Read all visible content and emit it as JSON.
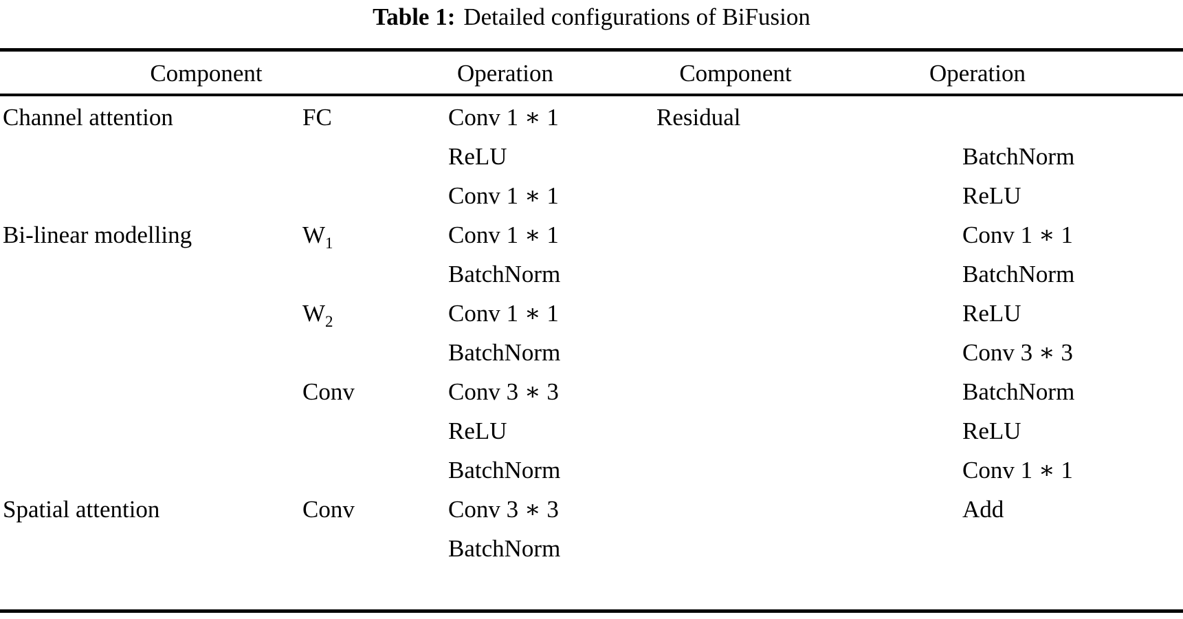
{
  "caption": {
    "label": "Table 1:",
    "text": "Detailed configurations of BiFusion"
  },
  "header": {
    "component_left": "Component",
    "operation_left": "Operation",
    "component_right": "Component",
    "operation_right": "Operation"
  },
  "rows": [
    {
      "component_left": "Channel attention",
      "operation_left_sub": "FC",
      "operation_left": "Conv 1 ∗ 1",
      "component_right": "Residual",
      "operation_right": ""
    },
    {
      "component_left": "",
      "operation_left_sub": "",
      "operation_left": "ReLU",
      "component_right": "",
      "operation_right": "BatchNorm"
    },
    {
      "component_left": "",
      "operation_left_sub": "",
      "operation_left": "Conv 1 ∗ 1",
      "component_right": "",
      "operation_right": "ReLU"
    },
    {
      "component_left": "Bi-linear modelling",
      "operation_left_sub": "W1",
      "operation_left": "Conv 1 ∗ 1",
      "component_right": "",
      "operation_right": "Conv 1 ∗ 1"
    },
    {
      "component_left": "",
      "operation_left_sub": "",
      "operation_left": "BatchNorm",
      "component_right": "",
      "operation_right": "BatchNorm"
    },
    {
      "component_left": "",
      "operation_left_sub": "W2",
      "operation_left": "Conv 1 ∗ 1",
      "component_right": "",
      "operation_right": "ReLU"
    },
    {
      "component_left": "",
      "operation_left_sub": "",
      "operation_left": "BatchNorm",
      "component_right": "",
      "operation_right": "Conv 3 ∗ 3"
    },
    {
      "component_left": "",
      "operation_left_sub": "Conv",
      "operation_left": "Conv 3 ∗ 3",
      "component_right": "",
      "operation_right": "BatchNorm"
    },
    {
      "component_left": "",
      "operation_left_sub": "",
      "operation_left": "ReLU",
      "component_right": "",
      "operation_right": "ReLU"
    },
    {
      "component_left": "",
      "operation_left_sub": "",
      "operation_left": "BatchNorm",
      "component_right": "",
      "operation_right": "Conv 1 ∗ 1"
    },
    {
      "component_left": "Spatial attention",
      "operation_left_sub": "Conv",
      "operation_left": "Conv 3 ∗ 3",
      "component_right": "",
      "operation_right": "Add"
    },
    {
      "component_left": "",
      "operation_left_sub": "",
      "operation_left": "BatchNorm",
      "component_right": "",
      "operation_right": ""
    }
  ],
  "subscripts": {
    "W1": {
      "base": "W",
      "sub": "1"
    },
    "W2": {
      "base": "W",
      "sub": "2"
    }
  }
}
